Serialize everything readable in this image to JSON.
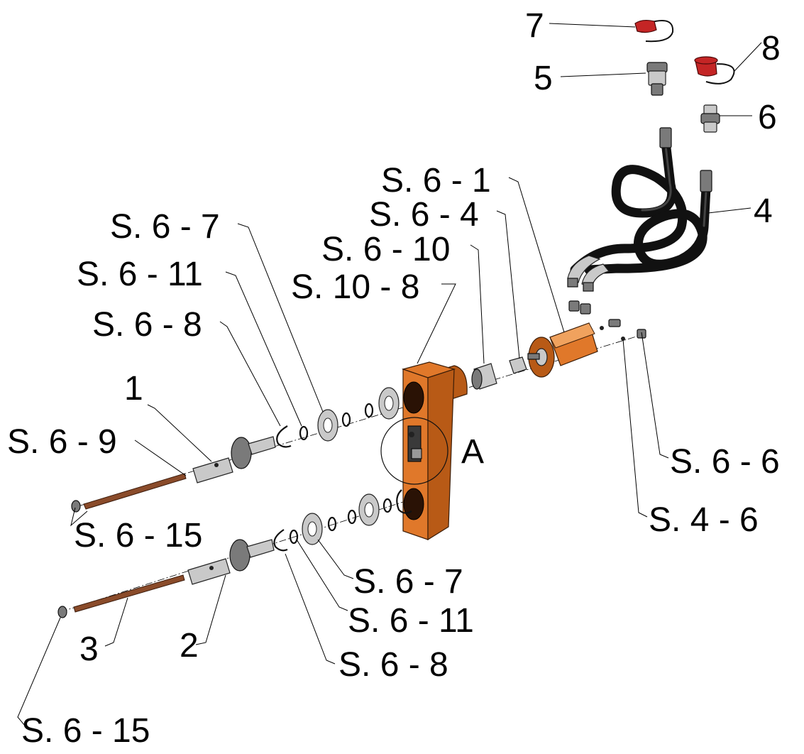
{
  "labels": {
    "item_7": "7",
    "item_8": "8",
    "item_5": "5",
    "item_6": "6",
    "item_4": "4",
    "s6_1": "S. 6 - 1",
    "s6_4": "S. 6 - 4",
    "s6_7_top": "S. 6 - 7",
    "s6_10": "S. 6 - 10",
    "s6_11_top": "S. 6 - 11",
    "s10_8": "S. 10 - 8",
    "s6_8_top": "S. 6 - 8",
    "item_1": "1",
    "s6_9": "S. 6 - 9",
    "detail_a": "A",
    "s6_6": "S. 6 - 6",
    "s4_6": "S. 4 - 6",
    "s6_15_top": "S. 6 - 15",
    "s6_7_bottom": "S. 6 - 7",
    "s6_11_bottom": "S. 6 - 11",
    "item_3": "3",
    "item_2": "2",
    "s6_8_bottom": "S. 6 - 8",
    "s6_15_bottom": "S. 6 - 15"
  },
  "colors": {
    "housing": "#e0782a",
    "caps": "#c42525",
    "hose": "#111111",
    "rods": "#8a4b2a"
  }
}
